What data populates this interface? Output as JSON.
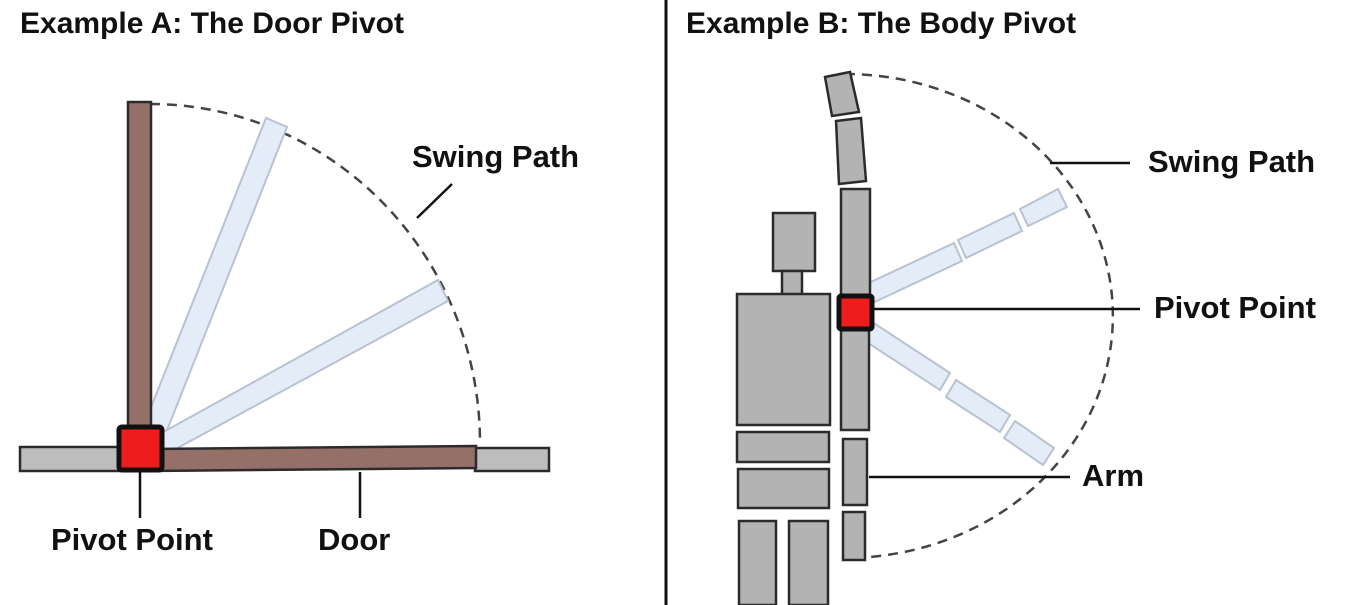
{
  "panels": {
    "a": {
      "title": "Example A: The Door Pivot",
      "swing_path_label": "Swing Path",
      "pivot_label": "Pivot Point",
      "door_label": "Door"
    },
    "b": {
      "title": "Example B: The Body Pivot",
      "swing_path_label": "Swing Path",
      "pivot_label": "Pivot Point",
      "arm_label": "Arm"
    }
  },
  "colors": {
    "door": "#957069",
    "ghost": "#e4ecf8",
    "ghost_stroke": "#b8c2d0",
    "wall": "#bdbdbd",
    "body": "#b3b3b3",
    "pivot": "#ee1c1c",
    "outline": "#2b2b2b"
  }
}
